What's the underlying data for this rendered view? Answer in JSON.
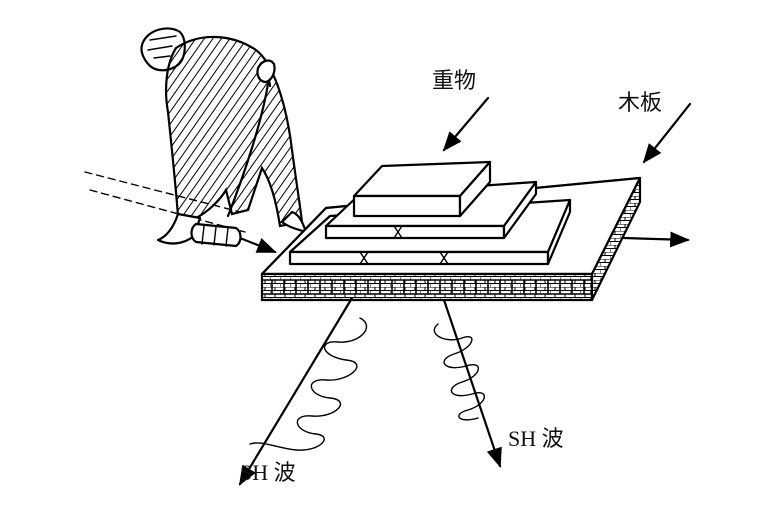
{
  "labels": {
    "weight": "重物",
    "plank": "木板",
    "wave_left": "SH 波",
    "wave_right": "SH 波"
  },
  "colors": {
    "ink": "#000000",
    "background": "#ffffff"
  }
}
